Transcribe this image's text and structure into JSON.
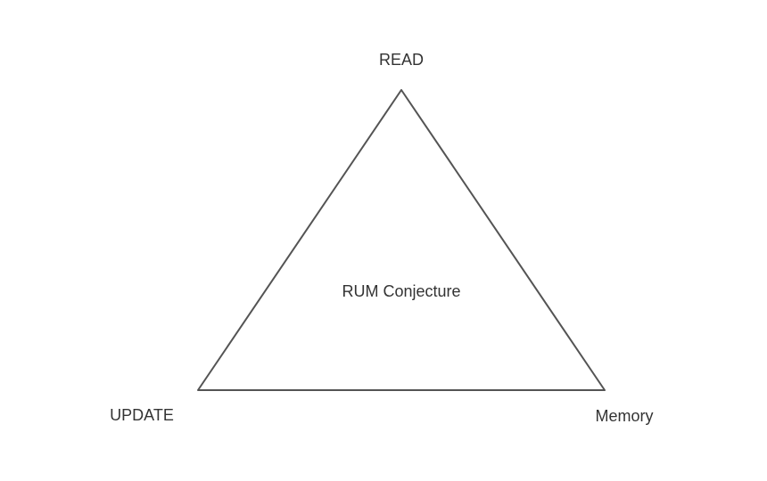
{
  "diagram": {
    "type": "triangle-tradeoff",
    "center_label": "RUM Conjecture",
    "vertices": {
      "top": {
        "label": "READ"
      },
      "bottom_left": {
        "label": "UPDATE"
      },
      "bottom_right": {
        "label": "Memory"
      }
    },
    "colors": {
      "stroke": "#545454",
      "text": "#333333",
      "background": "#ffffff"
    }
  }
}
